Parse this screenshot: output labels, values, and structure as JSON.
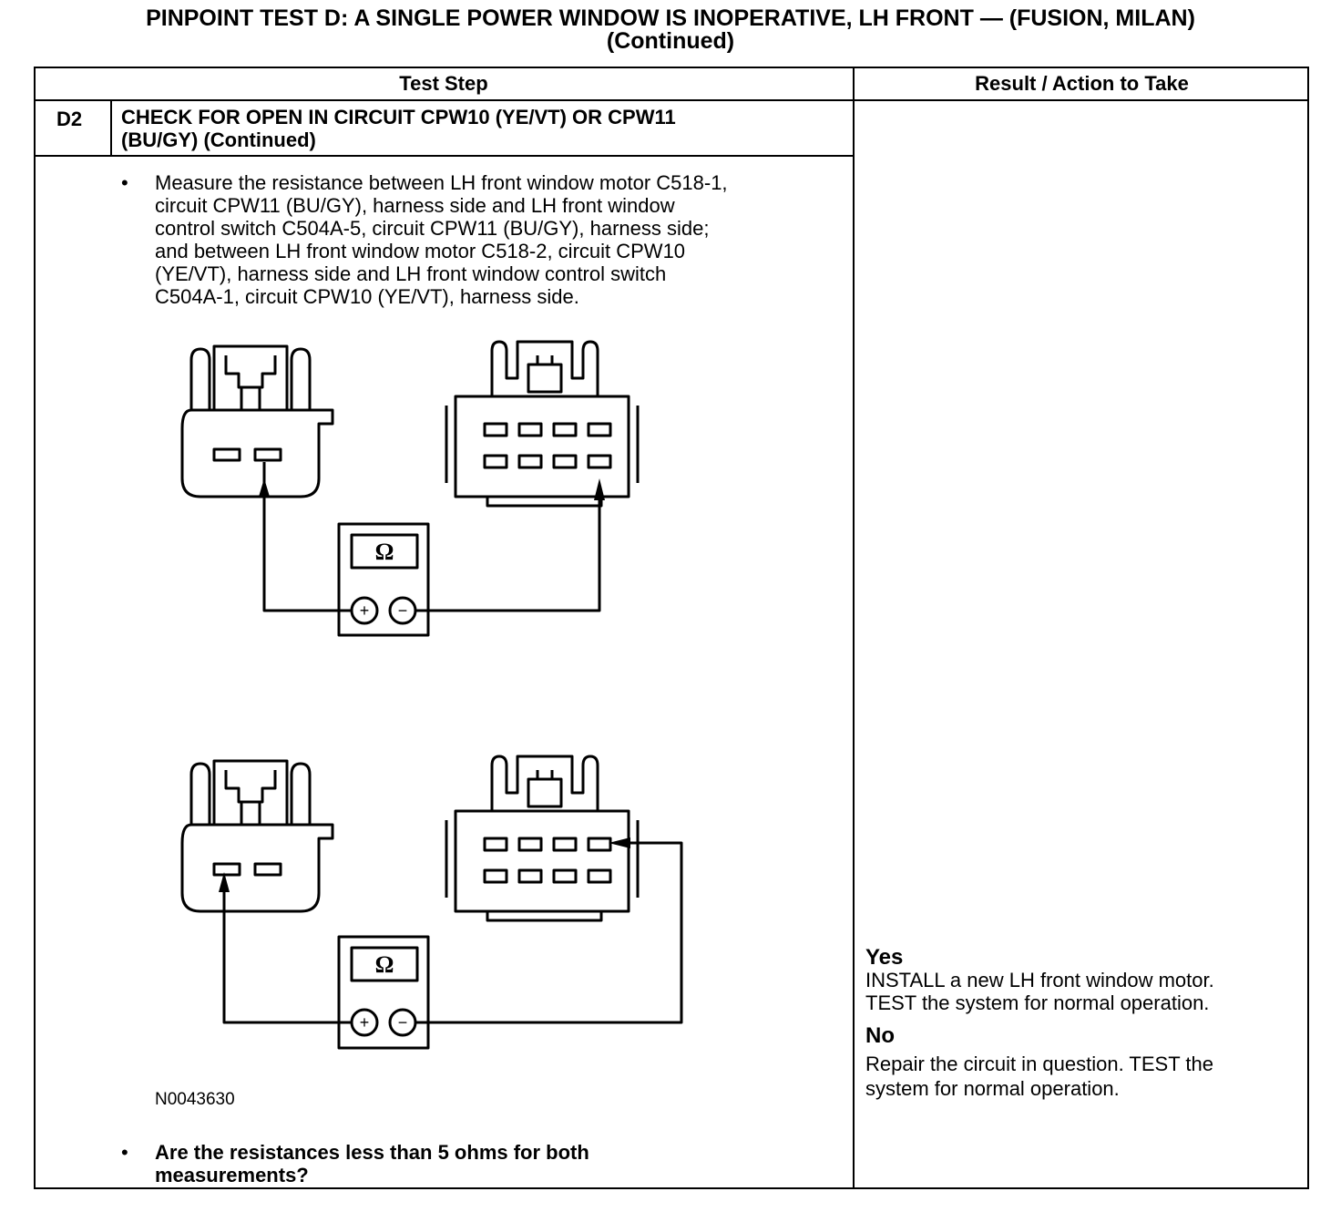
{
  "title": {
    "line1": "PINPOINT TEST  D: A SINGLE POWER WINDOW IS INOPERATIVE, LH FRONT — (FUSION, MILAN)",
    "line2": "(Continued)"
  },
  "table": {
    "col_test_step": "Test Step",
    "col_result": "Result / Action to Take"
  },
  "step": {
    "id": "D2",
    "title_line1": "CHECK FOR OPEN IN CIRCUIT CPW10 (YE/VT) OR CPW11",
    "title_line2": "(BU/GY) (Continued)",
    "bullet": "•",
    "instruction_lines": [
      "Measure the resistance between LH front window motor C518-1,",
      "circuit CPW11 (BU/GY), harness side and LH front window",
      "control switch C504A-5, circuit CPW11 (BU/GY), harness side;",
      "and  between LH front window motor C518-2, circuit CPW10",
      "(YE/VT), harness side and LH front window control switch",
      "C504A-1, circuit CPW10 (YE/VT), harness side."
    ],
    "question_line1": "Are the resistances less than 5 ohms for both",
    "question_line2": "measurements?",
    "figure_id": "N0043630"
  },
  "meter": {
    "symbol": "Ω",
    "plus": "+",
    "minus": "−"
  },
  "result": {
    "yes_label": "Yes",
    "yes_line1": "INSTALL a new LH front window motor.",
    "yes_line2": "TEST the system for normal operation.",
    "no_label": "No",
    "no_line1": "Repair the circuit in question. TEST the",
    "no_line2": "system for normal operation."
  }
}
